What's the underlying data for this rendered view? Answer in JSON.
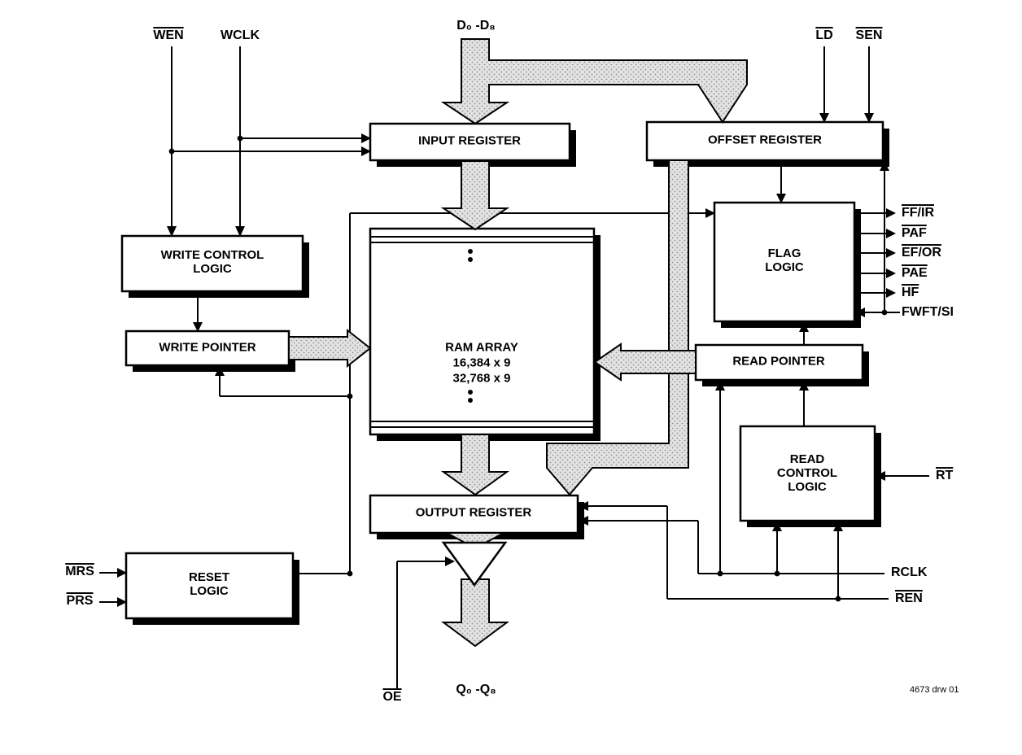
{
  "diagram": {
    "blocks": {
      "input_register": "INPUT REGISTER",
      "offset_register": "OFFSET REGISTER",
      "write_control_logic": "WRITE CONTROL LOGIC",
      "write_pointer": "WRITE POINTER",
      "ram_array": {
        "title": "RAM ARRAY",
        "size1": "16,384 x 9",
        "size2": "32,768 x 9"
      },
      "flag_logic": "FLAG LOGIC",
      "read_pointer": "READ POINTER",
      "read_control_logic": "READ CONTROL LOGIC",
      "output_register": "OUTPUT REGISTER",
      "reset_logic": "RESET LOGIC"
    },
    "signals": {
      "wen": "WEN",
      "wclk": "WCLK",
      "d_bus": "D₀ -D₈",
      "ld": "LD",
      "sen": "SEN",
      "ff_ir": "FF/IR",
      "paf": "PAF",
      "ef_or": "EF/OR",
      "pae": "PAE",
      "hf": "HF",
      "fwft_si": "FWFT/SI",
      "rt": "RT",
      "rclk": "RCLK",
      "ren": "REN",
      "mrs": "MRS",
      "prs": "PRS",
      "oe": "OE",
      "q_bus": "Q₀ -Q₈"
    },
    "note": "4673 drw 01"
  }
}
